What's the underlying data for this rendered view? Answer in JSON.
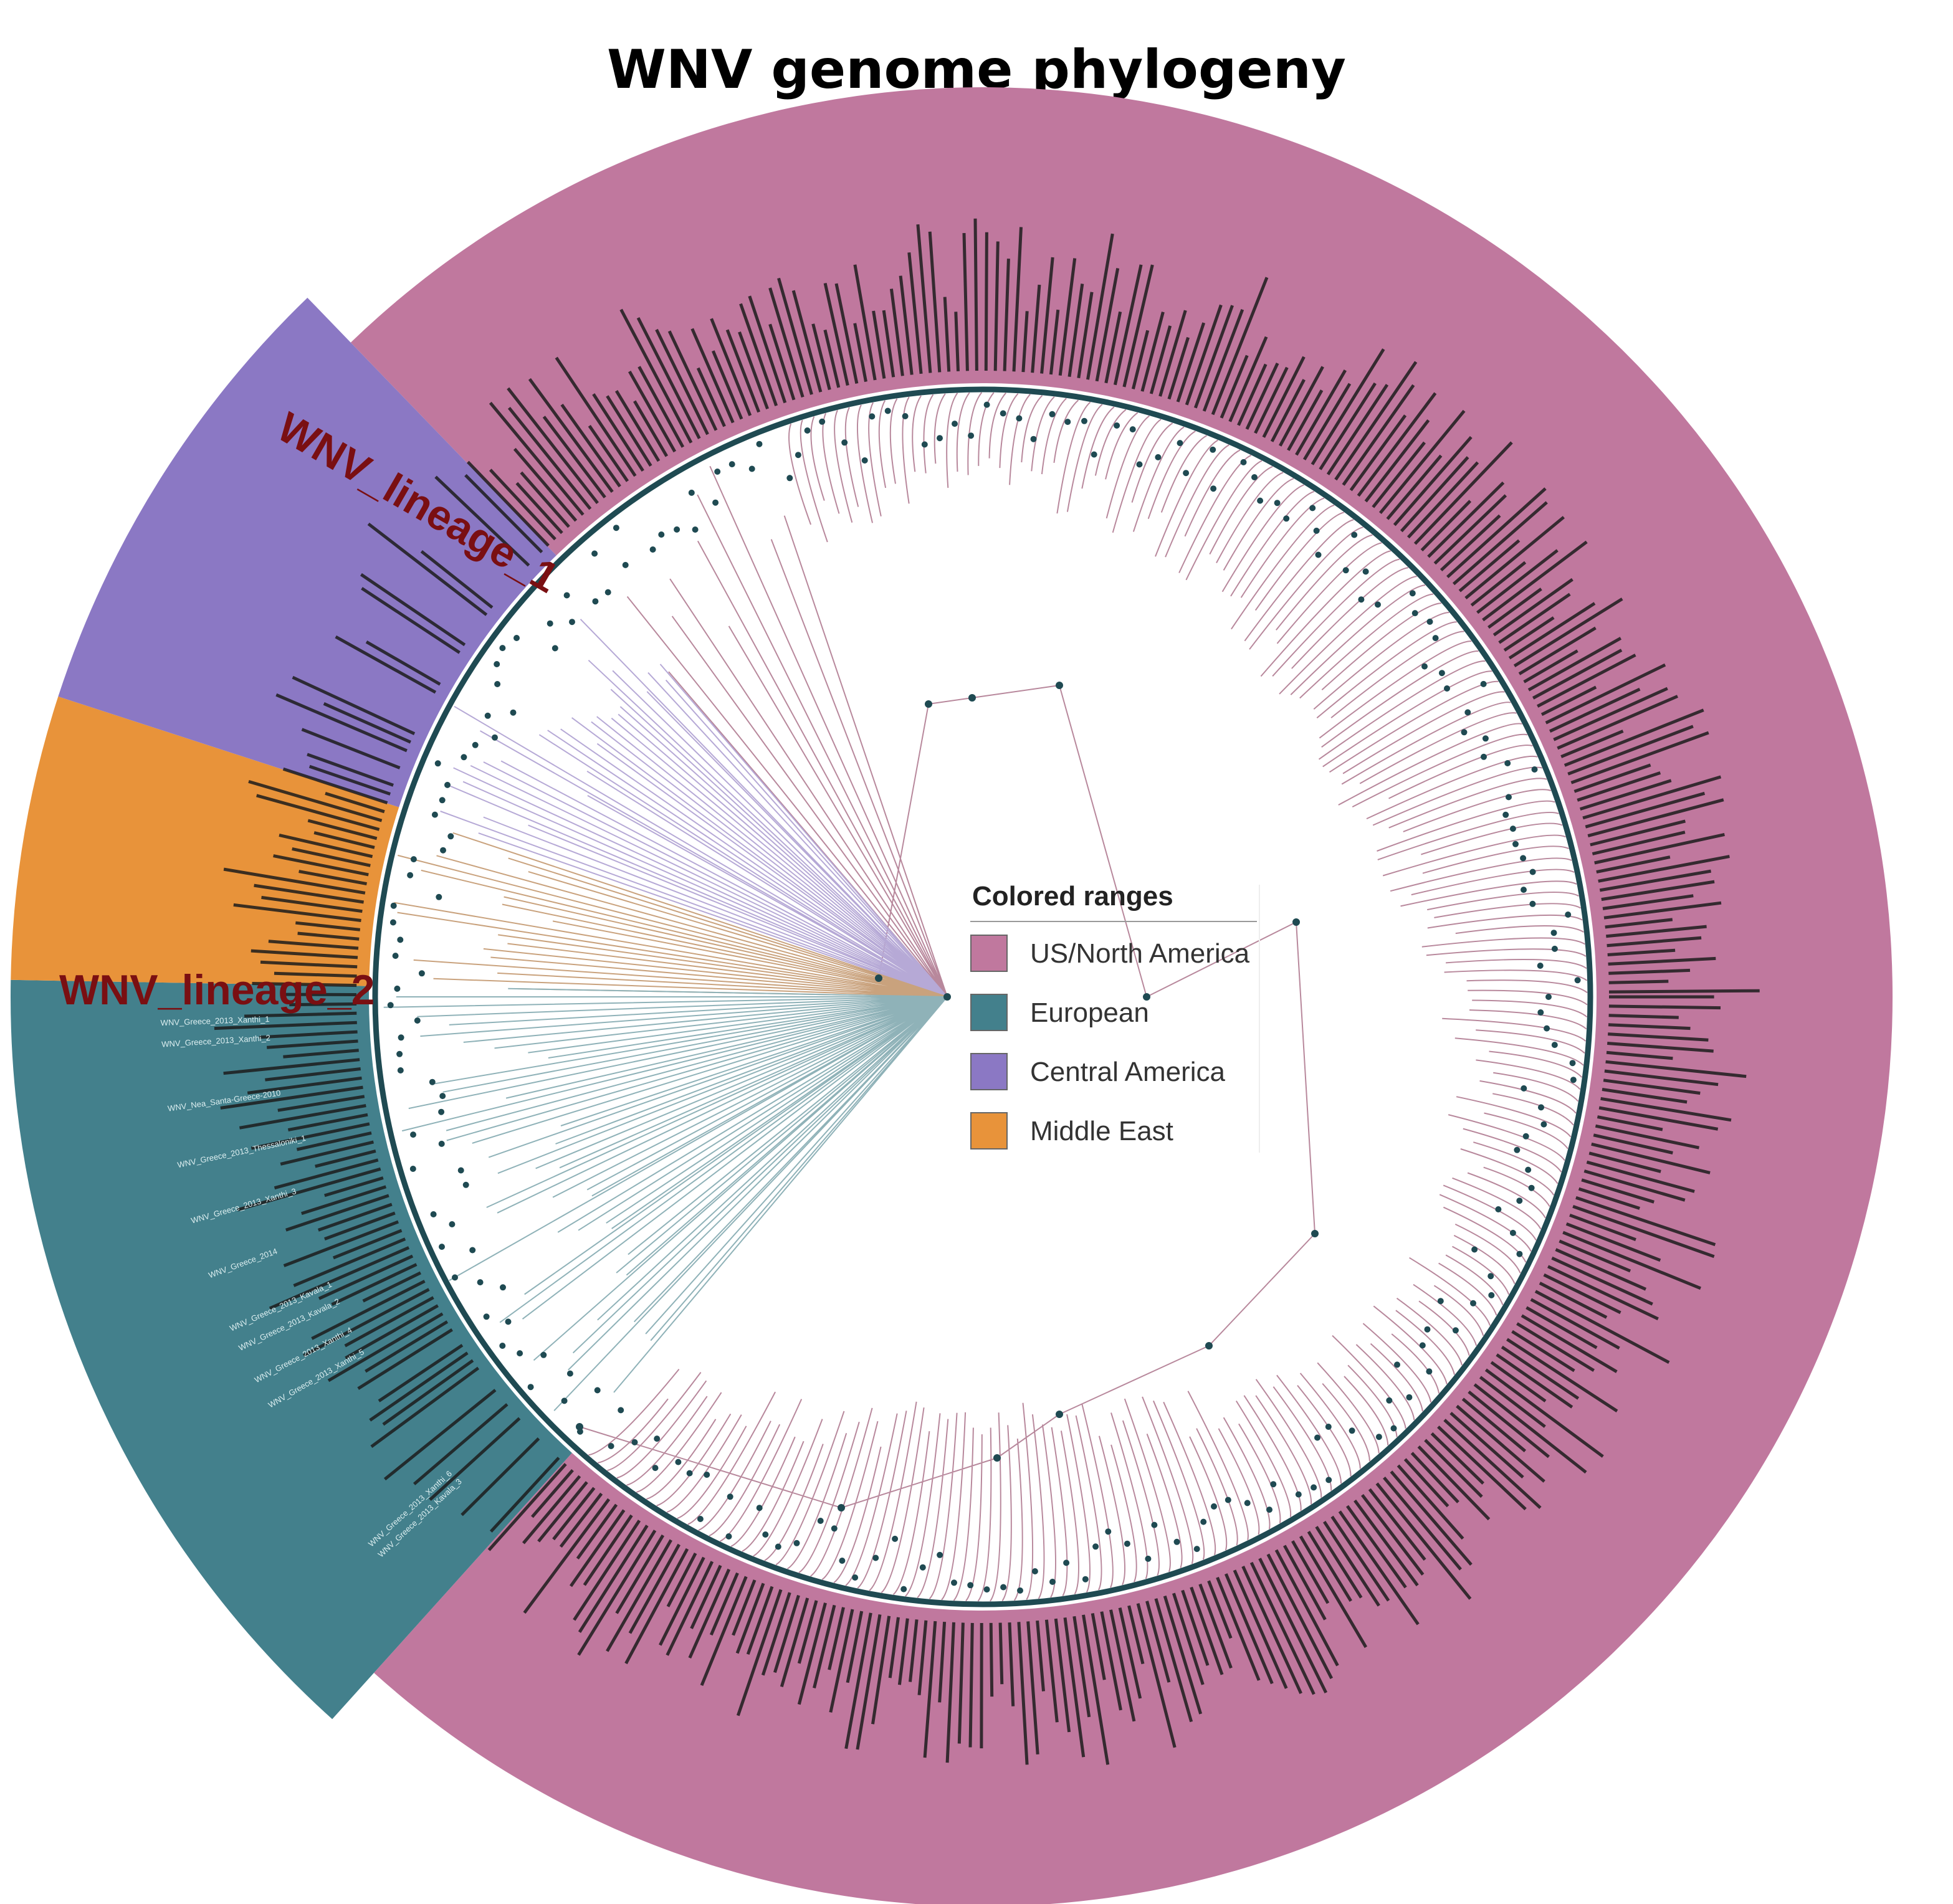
{
  "title": "WNV genome phylogeny",
  "clade_labels": {
    "lineage_1": "WNV_lineage_1",
    "lineage_2": "WNV_lineage_2"
  },
  "legend": {
    "title": "Colored ranges",
    "items": [
      {
        "label": "US/North America",
        "color": "#c0789e"
      },
      {
        "label": "European",
        "color": "#43808c"
      },
      {
        "label": "Central America",
        "color": "#8b78c4"
      },
      {
        "label": "Middle East",
        "color": "#e8933a"
      }
    ]
  },
  "colors": {
    "node": "#1f4a52",
    "inner_ring": "#1f4a52",
    "us_branch": "#b8889c",
    "central_branch": "#b6a9d6",
    "middle_branch": "#c9a27d",
    "euro_branch": "#8fb2b8",
    "light_tip_label": "#dceef0",
    "dark_tip_label": "#1c1c1c"
  },
  "tip_labels": {
    "european": [
      "WNV_Greece_2013_Xanthi_1",
      "WNV_Greece_2013_Xanthi_2",
      "WNV_Nea_Santa-Greece-2010",
      "WNV_Greece_2013_Thessaloniki_1",
      "WNV_Greece_2013_Xanthi_3",
      "WNV_Greece_2014",
      "WNV_Greece_2013_Kavala_1",
      "WNV_Greece_2013_Kavala_2",
      "WNV_Greece_2013_Xanthi_4",
      "WNV_Greece_2013_Xanthi_5",
      "WNV_Greece_2013_Xanthi_6",
      "WNV_Greece_2013_Kavala_3"
    ]
  }
}
